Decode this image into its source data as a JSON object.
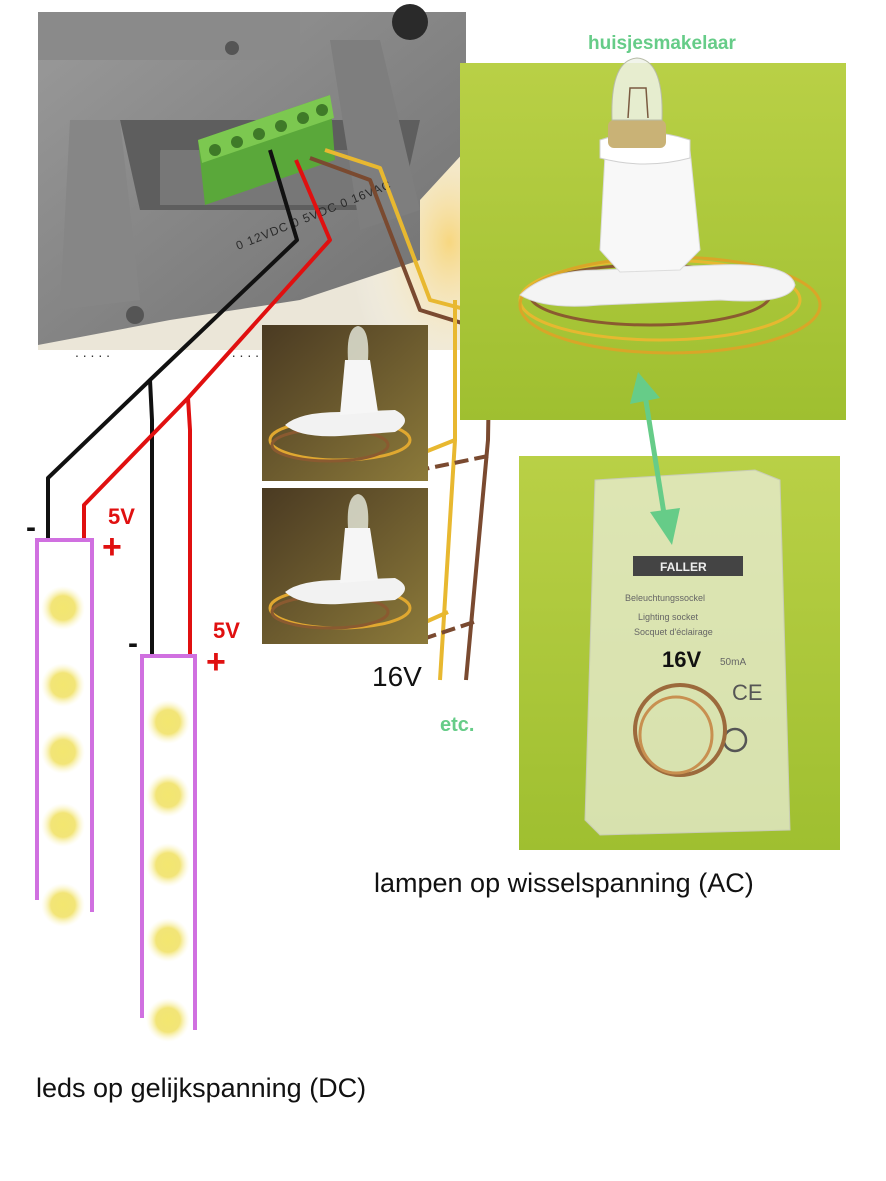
{
  "labels": {
    "house_maker": "huisjesmakelaar",
    "voltage_16v_wires": "16V",
    "voltage_16v_package": "16V",
    "etc": "etc.",
    "ac_caption": "lampen op wisselspanning  (AC)",
    "dc_caption": "leds op gelijkspanning (DC)",
    "strip1_voltage": "5V",
    "strip2_voltage": "5V",
    "strip1_plus": "+",
    "strip2_plus": "+",
    "strip1_minus": "-",
    "strip2_minus": "-",
    "terminal_markings": "0 12VDC 0 5VDC 0 16VAC"
  },
  "package": {
    "brand": "FALLER",
    "line1": "Beleuchtungssockel",
    "line2": "Lighting socket",
    "line3": "Socquet d'éclairage",
    "rating": "50mA",
    "ce_mark": "CE"
  },
  "icons": [
    "power-supply-transformer",
    "terminal-block",
    "bulb-socket",
    "led-strip",
    "double-arrow-icon",
    "recycle-icon"
  ],
  "colors": {
    "accent_green": "#66cc88",
    "wire_red": "#e01010",
    "wire_black": "#111111",
    "wire_yellow": "#e8b830",
    "wire_brown": "#7a4a30",
    "led_strip": "#d070e0",
    "led_glow": "#f0e060",
    "photo_background": "#a8c838"
  }
}
